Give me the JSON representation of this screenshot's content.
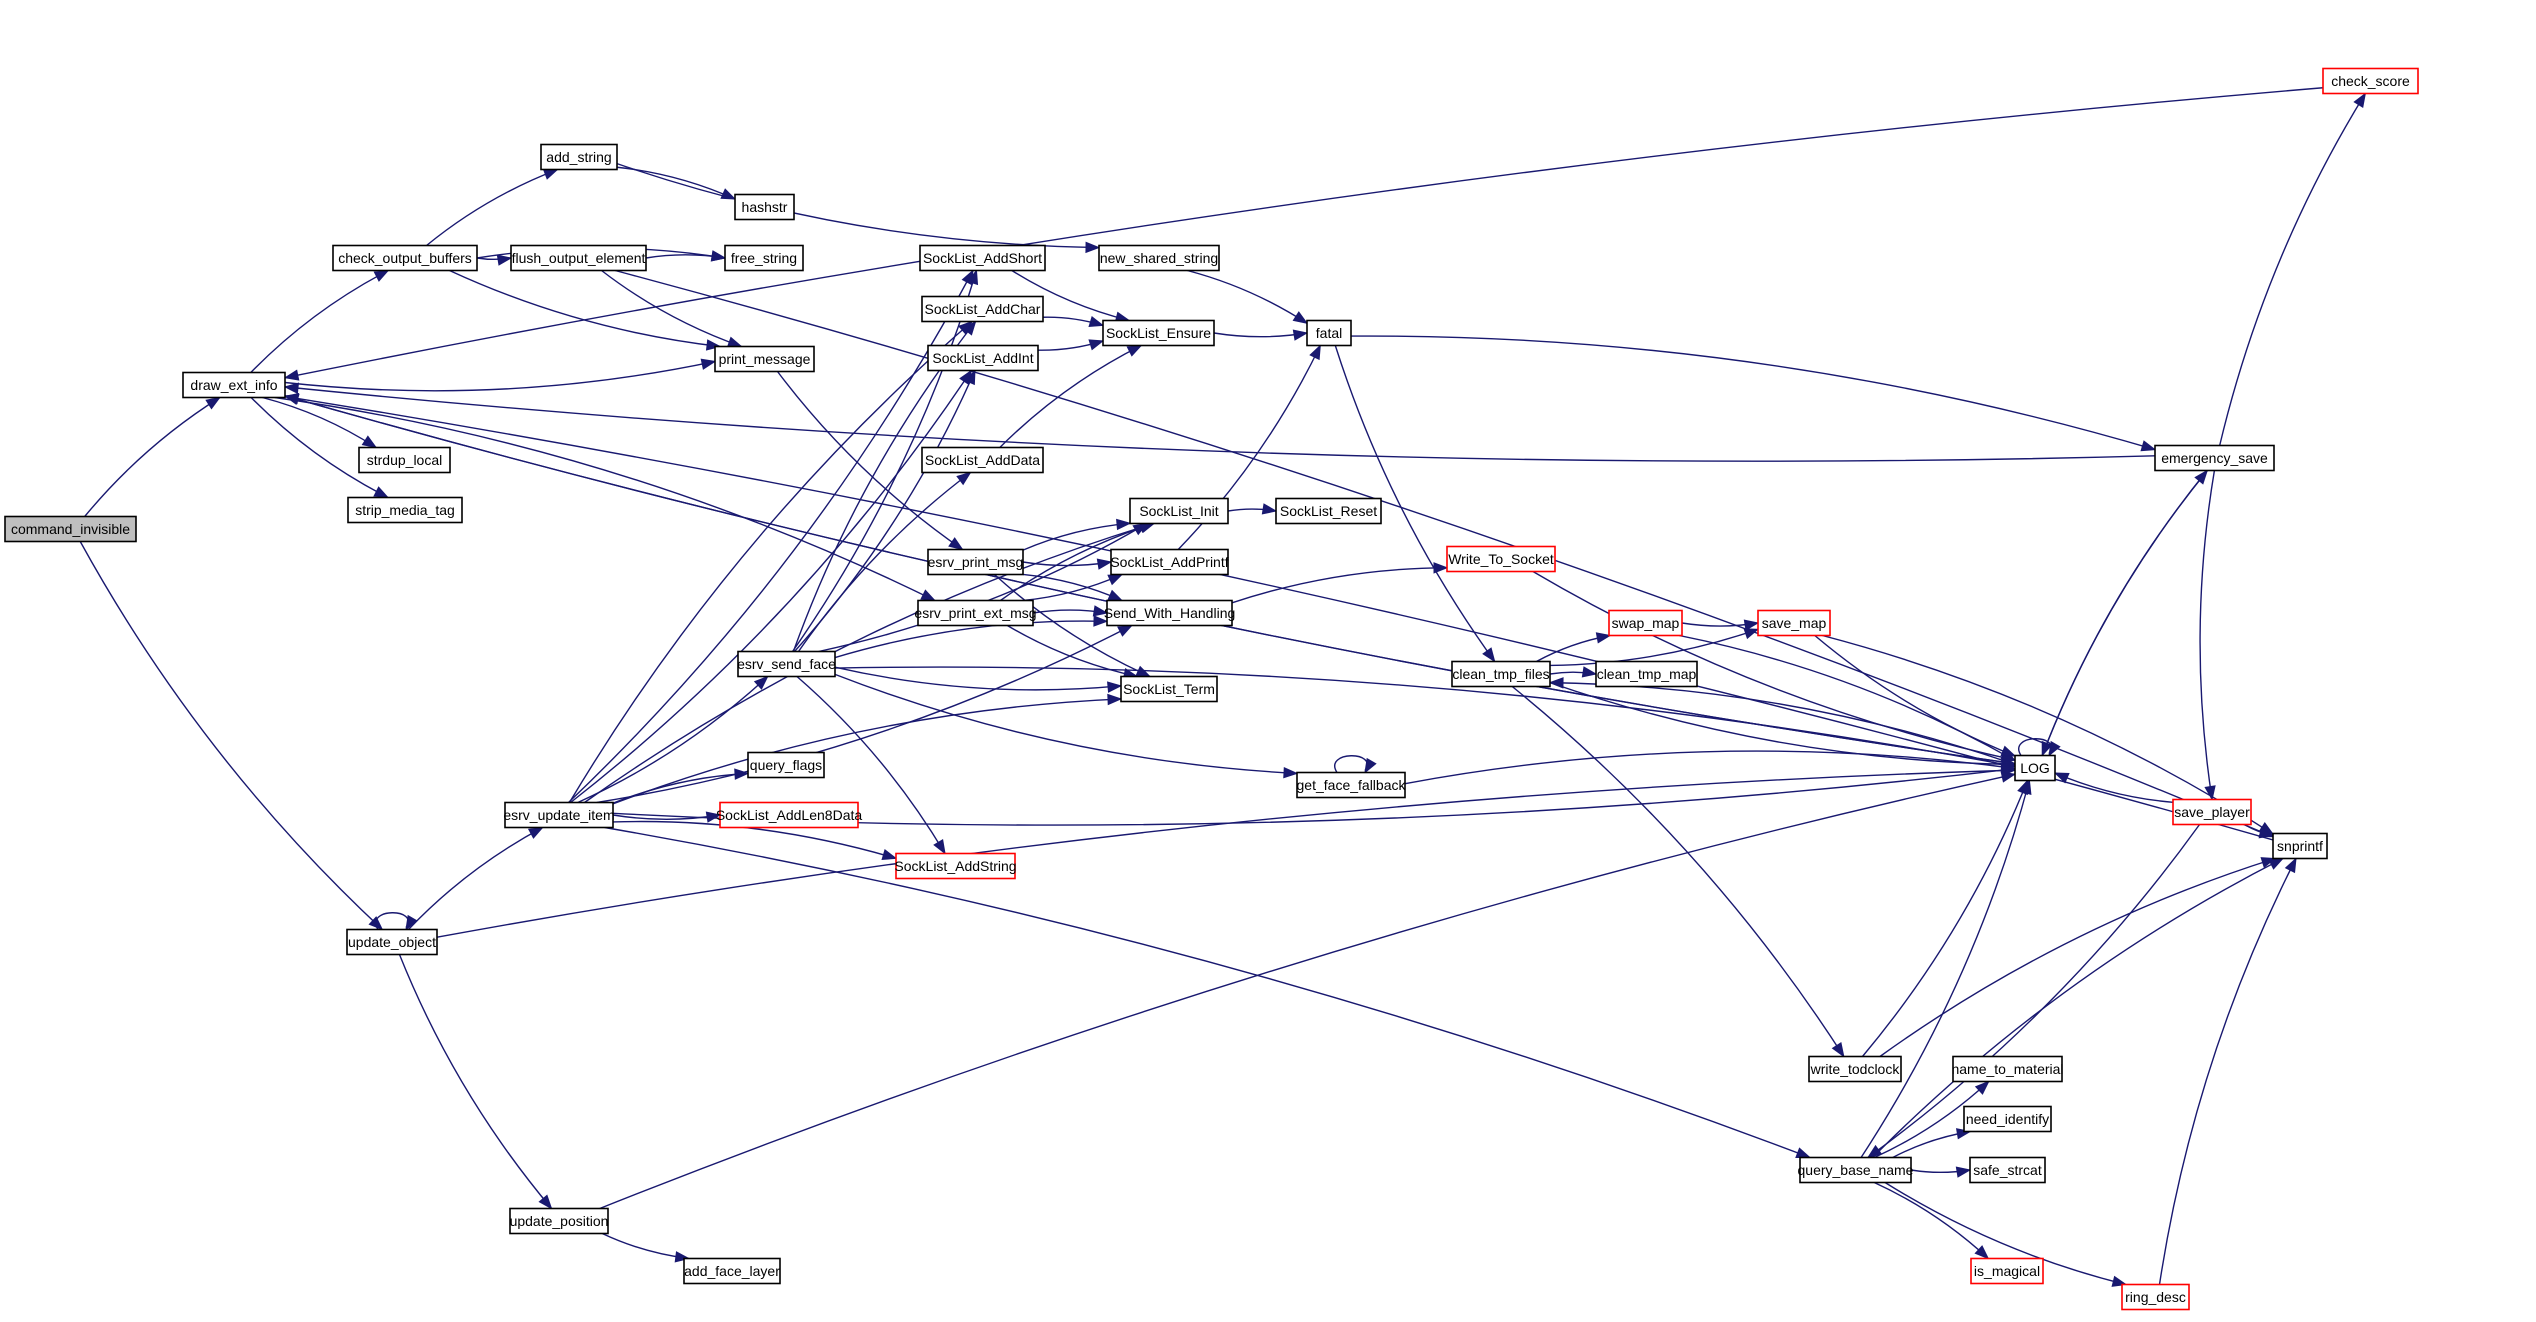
{
  "diagram": {
    "type": "call-graph",
    "edge_color": "#191970",
    "truncated_border_color": "#ff0000",
    "root_fill_color": "#bfbfbf",
    "nodes": [
      {
        "id": "command_invisible",
        "label": "command_invisible",
        "style": "root"
      },
      {
        "id": "draw_ext_info",
        "label": "draw_ext_info",
        "style": "normal"
      },
      {
        "id": "check_output_buffers",
        "label": "check_output_buffers",
        "style": "normal"
      },
      {
        "id": "add_string",
        "label": "add_string",
        "style": "normal"
      },
      {
        "id": "hashstr",
        "label": "hashstr",
        "style": "normal"
      },
      {
        "id": "flush_output_element",
        "label": "flush_output_element",
        "style": "normal"
      },
      {
        "id": "free_string",
        "label": "free_string",
        "style": "normal"
      },
      {
        "id": "print_message",
        "label": "print_message",
        "style": "normal"
      },
      {
        "id": "strdup_local",
        "label": "strdup_local",
        "style": "normal"
      },
      {
        "id": "strip_media_tag",
        "label": "strip_media_tag",
        "style": "normal"
      },
      {
        "id": "SockList_AddShort",
        "label": "SockList_AddShort",
        "style": "normal"
      },
      {
        "id": "SockList_AddChar",
        "label": "SockList_AddChar",
        "style": "normal"
      },
      {
        "id": "SockList_AddInt",
        "label": "SockList_AddInt",
        "style": "normal"
      },
      {
        "id": "SockList_AddData",
        "label": "SockList_AddData",
        "style": "normal"
      },
      {
        "id": "new_shared_string",
        "label": "new_shared_string",
        "style": "normal"
      },
      {
        "id": "SockList_Ensure",
        "label": "SockList_Ensure",
        "style": "normal"
      },
      {
        "id": "fatal",
        "label": "fatal",
        "style": "normal"
      },
      {
        "id": "SockList_Init",
        "label": "SockList_Init",
        "style": "normal"
      },
      {
        "id": "SockList_Reset",
        "label": "SockList_Reset",
        "style": "normal"
      },
      {
        "id": "esrv_print_msg",
        "label": "esrv_print_msg",
        "style": "normal"
      },
      {
        "id": "SockList_AddPrintf",
        "label": "SockList_AddPrintf",
        "style": "normal"
      },
      {
        "id": "esrv_print_ext_msg",
        "label": "esrv_print_ext_msg",
        "style": "normal"
      },
      {
        "id": "Send_With_Handling",
        "label": "Send_With_Handling",
        "style": "normal"
      },
      {
        "id": "esrv_send_face",
        "label": "esrv_send_face",
        "style": "normal"
      },
      {
        "id": "SockList_Term",
        "label": "SockList_Term",
        "style": "normal"
      },
      {
        "id": "query_flags",
        "label": "query_flags",
        "style": "normal"
      },
      {
        "id": "esrv_update_item",
        "label": "esrv_update_item",
        "style": "normal"
      },
      {
        "id": "SockList_AddLen8Data",
        "label": "SockList_AddLen8Data",
        "style": "truncated"
      },
      {
        "id": "SockList_AddString",
        "label": "SockList_AddString",
        "style": "truncated"
      },
      {
        "id": "update_object",
        "label": "update_object",
        "style": "normal"
      },
      {
        "id": "update_position",
        "label": "update_position",
        "style": "normal"
      },
      {
        "id": "add_face_layer",
        "label": "add_face_layer",
        "style": "normal"
      },
      {
        "id": "Write_To_Socket",
        "label": "Write_To_Socket",
        "style": "truncated"
      },
      {
        "id": "clean_tmp_files",
        "label": "clean_tmp_files",
        "style": "normal"
      },
      {
        "id": "swap_map",
        "label": "swap_map",
        "style": "truncated"
      },
      {
        "id": "save_map",
        "label": "save_map",
        "style": "truncated"
      },
      {
        "id": "clean_tmp_map",
        "label": "clean_tmp_map",
        "style": "normal"
      },
      {
        "id": "get_face_fallback",
        "label": "get_face_fallback",
        "style": "normal"
      },
      {
        "id": "LOG",
        "label": "LOG",
        "style": "normal"
      },
      {
        "id": "emergency_save",
        "label": "emergency_save",
        "style": "normal"
      },
      {
        "id": "check_score",
        "label": "check_score",
        "style": "truncated"
      },
      {
        "id": "save_player",
        "label": "save_player",
        "style": "truncated"
      },
      {
        "id": "snprintf",
        "label": "snprintf",
        "style": "normal"
      },
      {
        "id": "write_todclock",
        "label": "write_todclock",
        "style": "normal"
      },
      {
        "id": "query_base_name",
        "label": "query_base_name",
        "style": "normal"
      },
      {
        "id": "name_to_material",
        "label": "name_to_material",
        "style": "normal"
      },
      {
        "id": "need_identify",
        "label": "need_identify",
        "style": "normal"
      },
      {
        "id": "safe_strcat",
        "label": "safe_strcat",
        "style": "normal"
      },
      {
        "id": "is_magical",
        "label": "is_magical",
        "style": "truncated"
      },
      {
        "id": "ring_desc",
        "label": "ring_desc",
        "style": "truncated"
      }
    ],
    "edges": [
      [
        "command_invisible",
        "draw_ext_info"
      ],
      [
        "command_invisible",
        "update_object"
      ],
      [
        "draw_ext_info",
        "check_output_buffers"
      ],
      [
        "draw_ext_info",
        "print_message"
      ],
      [
        "draw_ext_info",
        "strdup_local"
      ],
      [
        "draw_ext_info",
        "strip_media_tag"
      ],
      [
        "draw_ext_info",
        "esrv_print_ext_msg"
      ],
      [
        "draw_ext_info",
        "LOG"
      ],
      [
        "check_output_buffers",
        "add_string"
      ],
      [
        "check_output_buffers",
        "flush_output_element"
      ],
      [
        "check_output_buffers",
        "free_string"
      ],
      [
        "check_output_buffers",
        "print_message"
      ],
      [
        "add_string",
        "hashstr"
      ],
      [
        "add_string",
        "new_shared_string"
      ],
      [
        "flush_output_element",
        "free_string"
      ],
      [
        "flush_output_element",
        "print_message"
      ],
      [
        "flush_output_element",
        "snprintf"
      ],
      [
        "print_message",
        "esrv_print_msg"
      ],
      [
        "new_shared_string",
        "fatal"
      ],
      [
        "SockList_AddShort",
        "SockList_Ensure"
      ],
      [
        "SockList_AddChar",
        "SockList_Ensure"
      ],
      [
        "SockList_AddInt",
        "SockList_Ensure"
      ],
      [
        "SockList_AddData",
        "SockList_Ensure"
      ],
      [
        "SockList_Ensure",
        "fatal"
      ],
      [
        "fatal",
        "emergency_save"
      ],
      [
        "fatal",
        "clean_tmp_files"
      ],
      [
        "SockList_Init",
        "SockList_Reset"
      ],
      [
        "SockList_AddPrintf",
        "fatal"
      ],
      [
        "esrv_print_msg",
        "SockList_Init"
      ],
      [
        "esrv_print_msg",
        "SockList_AddPrintf"
      ],
      [
        "esrv_print_msg",
        "Send_With_Handling"
      ],
      [
        "esrv_print_msg",
        "SockList_Term"
      ],
      [
        "esrv_print_ext_msg",
        "SockList_Init"
      ],
      [
        "esrv_print_ext_msg",
        "SockList_AddPrintf"
      ],
      [
        "esrv_print_ext_msg",
        "Send_With_Handling"
      ],
      [
        "esrv_print_ext_msg",
        "SockList_Term"
      ],
      [
        "Send_With_Handling",
        "Write_To_Socket"
      ],
      [
        "esrv_send_face",
        "SockList_AddShort"
      ],
      [
        "esrv_send_face",
        "SockList_AddChar"
      ],
      [
        "esrv_send_face",
        "SockList_AddInt"
      ],
      [
        "esrv_send_face",
        "SockList_AddData"
      ],
      [
        "esrv_send_face",
        "SockList_Init"
      ],
      [
        "esrv_send_face",
        "Send_With_Handling"
      ],
      [
        "esrv_send_face",
        "SockList_Term"
      ],
      [
        "esrv_send_face",
        "SockList_AddString"
      ],
      [
        "esrv_send_face",
        "get_face_fallback"
      ],
      [
        "esrv_send_face",
        "LOG"
      ],
      [
        "esrv_update_item",
        "esrv_send_face"
      ],
      [
        "esrv_update_item",
        "query_flags"
      ],
      [
        "esrv_update_item",
        "SockList_AddLen8Data"
      ],
      [
        "esrv_update_item",
        "SockList_AddString"
      ],
      [
        "esrv_update_item",
        "SockList_AddShort"
      ],
      [
        "esrv_update_item",
        "SockList_AddChar"
      ],
      [
        "esrv_update_item",
        "SockList_AddInt"
      ],
      [
        "esrv_update_item",
        "SockList_Init"
      ],
      [
        "esrv_update_item",
        "Send_With_Handling"
      ],
      [
        "esrv_update_item",
        "SockList_Term"
      ],
      [
        "esrv_update_item",
        "LOG"
      ],
      [
        "esrv_update_item",
        "query_base_name"
      ],
      [
        "update_object",
        "update_object"
      ],
      [
        "update_object",
        "esrv_update_item"
      ],
      [
        "update_object",
        "update_position"
      ],
      [
        "update_object",
        "LOG"
      ],
      [
        "update_position",
        "add_face_layer"
      ],
      [
        "update_position",
        "LOG"
      ],
      [
        "Write_To_Socket",
        "LOG"
      ],
      [
        "clean_tmp_files",
        "swap_map"
      ],
      [
        "clean_tmp_files",
        "save_map"
      ],
      [
        "clean_tmp_files",
        "clean_tmp_map"
      ],
      [
        "clean_tmp_files",
        "LOG"
      ],
      [
        "clean_tmp_files",
        "write_todclock"
      ],
      [
        "swap_map",
        "save_map"
      ],
      [
        "swap_map",
        "LOG"
      ],
      [
        "save_map",
        "LOG"
      ],
      [
        "save_map",
        "snprintf"
      ],
      [
        "get_face_fallback",
        "get_face_fallback"
      ],
      [
        "get_face_fallback",
        "LOG"
      ],
      [
        "LOG",
        "LOG"
      ],
      [
        "LOG",
        "emergency_save"
      ],
      [
        "LOG",
        "clean_tmp_files"
      ],
      [
        "LOG",
        "draw_ext_info"
      ],
      [
        "emergency_save",
        "LOG"
      ],
      [
        "emergency_save",
        "check_score"
      ],
      [
        "emergency_save",
        "save_player"
      ],
      [
        "emergency_save",
        "draw_ext_info"
      ],
      [
        "check_score",
        "draw_ext_info"
      ],
      [
        "save_player",
        "LOG"
      ],
      [
        "save_player",
        "snprintf"
      ],
      [
        "save_player",
        "query_base_name"
      ],
      [
        "write_todclock",
        "LOG"
      ],
      [
        "write_todclock",
        "snprintf"
      ],
      [
        "query_base_name",
        "name_to_material"
      ],
      [
        "query_base_name",
        "need_identify"
      ],
      [
        "query_base_name",
        "safe_strcat"
      ],
      [
        "query_base_name",
        "is_magical"
      ],
      [
        "query_base_name",
        "ring_desc"
      ],
      [
        "query_base_name",
        "snprintf"
      ],
      [
        "query_base_name",
        "LOG"
      ],
      [
        "ring_desc",
        "snprintf"
      ],
      [
        "snprintf",
        "draw_ext_info"
      ]
    ]
  }
}
